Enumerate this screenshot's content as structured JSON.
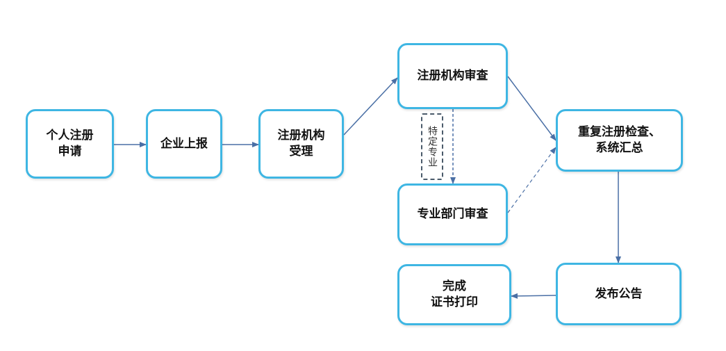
{
  "colors": {
    "node_border": "#3eb6e3",
    "arrow": "#4a6fa5"
  },
  "nodes": {
    "personal_registration": "个人注册\n申请",
    "enterprise_report": "企业上报",
    "agency_accept": "注册机构\n受理",
    "agency_review": "注册机构审查",
    "department_review": "专业部门审查",
    "duplicate_check": "重复注册检查、\n系统汇总",
    "publish": "发布公告",
    "complete_print": "完成\n证书打印"
  },
  "annotations": {
    "specific_major": "特定专业"
  }
}
